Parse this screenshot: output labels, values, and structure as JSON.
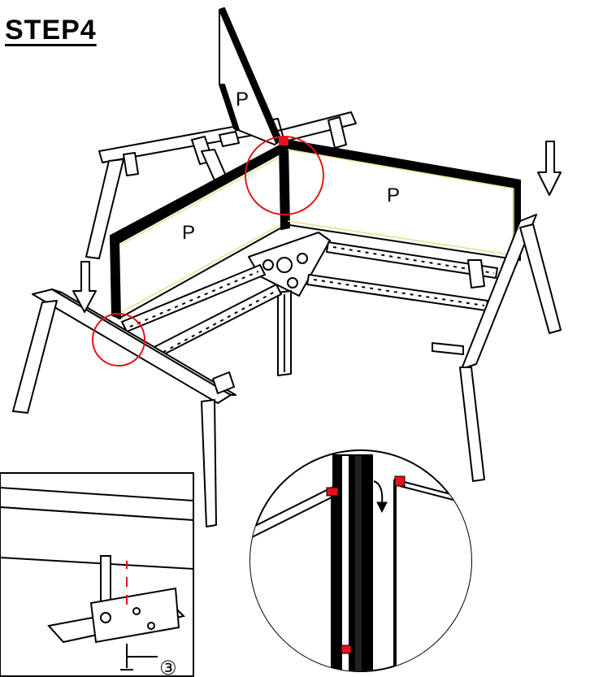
{
  "title": "STEP4",
  "panel_labels": [
    "P",
    "P",
    "P"
  ],
  "screw_callout": "③",
  "colors": {
    "line": "#000000",
    "highlight": "#e3141b",
    "panel_edge": "#e8e08a",
    "background": "#ffffff"
  },
  "icons": [
    "down-arrow-icon",
    "rotate-arrow-icon",
    "screw-icon"
  ]
}
